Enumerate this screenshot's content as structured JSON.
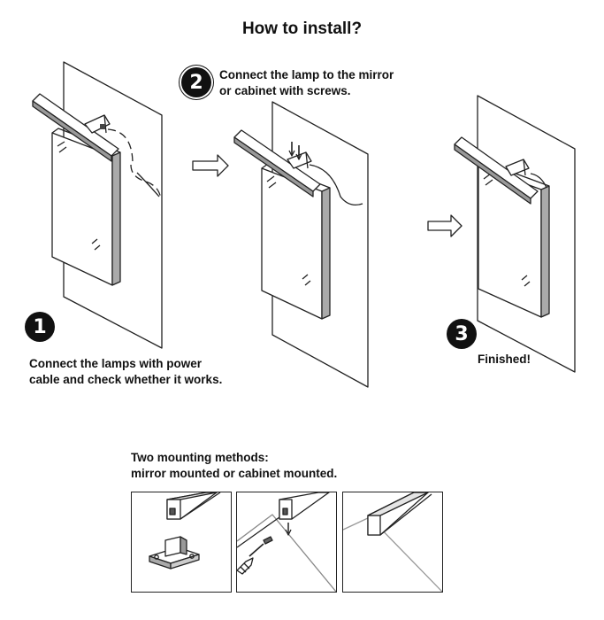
{
  "title": "How to install?",
  "steps": [
    {
      "number": "1",
      "text": "Connect the lamps with power\ncable and check whether it works."
    },
    {
      "number": "2",
      "text": "Connect the lamp to the mirror\n or cabinet with screws."
    },
    {
      "number": "3",
      "text": "Finished!"
    }
  ],
  "mounting": {
    "text": "Two mounting methods:\nmirror mounted or cabinet mounted."
  },
  "icons": {
    "arrow": "right-arrow-icon",
    "screwdriver": "screwdriver-icon",
    "screw": "screw-icon"
  },
  "colors": {
    "line": "#222222",
    "background": "#ffffff",
    "badge": "#111111"
  }
}
